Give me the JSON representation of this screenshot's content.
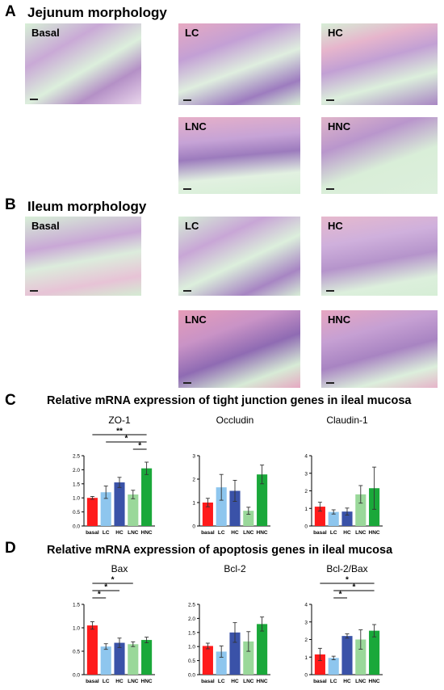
{
  "sectionA": {
    "letter": "A",
    "title": "Jejunum morphology",
    "images": [
      "Basal",
      "LC",
      "HC",
      "LNC",
      "HNC"
    ]
  },
  "sectionB": {
    "letter": "B",
    "title": "Ileum morphology",
    "images": [
      "Basal",
      "LC",
      "HC",
      "LNC",
      "HNC"
    ]
  },
  "sectionC": {
    "letter": "C",
    "title": "Relative mRNA expression of tight junction genes in ileal mucosa"
  },
  "sectionD": {
    "letter": "D",
    "title": "Relative mRNA expression of apoptosis genes in ileal mucosa"
  },
  "colors": {
    "basal": "#ff1a1a",
    "LC": "#8ec6ee",
    "HC": "#3a52a8",
    "LNC": "#9ad89a",
    "HNC": "#1aa83a"
  },
  "chart_data": [
    {
      "type": "bar",
      "title": "ZO-1",
      "categories": [
        "basal",
        "LC",
        "HC",
        "LNC",
        "HNC"
      ],
      "values": [
        1.0,
        1.2,
        1.55,
        1.12,
        2.05
      ],
      "errors": [
        0.05,
        0.22,
        0.18,
        0.15,
        0.22
      ],
      "ylim": [
        0,
        2.5
      ],
      "yticks": [
        "0.0",
        "0.5",
        "1.0",
        "1.5",
        "2.0",
        "2.5"
      ],
      "significance": [
        {
          "from": 0,
          "to": 4,
          "label": "**"
        },
        {
          "from": 1,
          "to": 4,
          "label": "*"
        },
        {
          "from": 3,
          "to": 4,
          "label": "*"
        }
      ]
    },
    {
      "type": "bar",
      "title": "Occludin",
      "categories": [
        "basal",
        "LC",
        "HC",
        "LNC",
        "HNC"
      ],
      "values": [
        1.0,
        1.65,
        1.5,
        0.65,
        2.2
      ],
      "errors": [
        0.18,
        0.55,
        0.45,
        0.15,
        0.4
      ],
      "ylim": [
        0,
        3
      ],
      "yticks": [
        "0",
        "1",
        "2",
        "3"
      ],
      "significance": []
    },
    {
      "type": "bar",
      "title": "Claudin-1",
      "categories": [
        "basal",
        "LC",
        "HC",
        "LNC",
        "HNC"
      ],
      "values": [
        1.1,
        0.8,
        0.82,
        1.8,
        2.15
      ],
      "errors": [
        0.25,
        0.12,
        0.2,
        0.5,
        1.2
      ],
      "ylim": [
        0,
        4
      ],
      "yticks": [
        "0",
        "1",
        "2",
        "3",
        "4"
      ],
      "significance": []
    },
    {
      "type": "bar",
      "title": "Bax",
      "categories": [
        "basal",
        "LC",
        "HC",
        "LNC",
        "HNC"
      ],
      "values": [
        1.05,
        0.6,
        0.68,
        0.65,
        0.74
      ],
      "errors": [
        0.08,
        0.06,
        0.1,
        0.05,
        0.06
      ],
      "ylim": [
        0,
        1.5
      ],
      "yticks": [
        "0.0",
        "0.5",
        "1.0",
        "1.5"
      ],
      "significance": [
        {
          "from": 0,
          "to": 1,
          "label": "*"
        },
        {
          "from": 0,
          "to": 2,
          "label": "*"
        },
        {
          "from": 0,
          "to": 3,
          "label": "*"
        }
      ]
    },
    {
      "type": "bar",
      "title": "Bcl-2",
      "categories": [
        "basal",
        "LC",
        "HC",
        "LNC",
        "HNC"
      ],
      "values": [
        1.02,
        0.82,
        1.5,
        1.18,
        1.8
      ],
      "errors": [
        0.1,
        0.2,
        0.35,
        0.35,
        0.25
      ],
      "ylim": [
        0,
        2.5
      ],
      "yticks": [
        "0.0",
        "0.5",
        "1.0",
        "1.5",
        "2.0",
        "2.5"
      ],
      "significance": []
    },
    {
      "type": "bar",
      "title": "Bcl-2/Bax",
      "categories": [
        "basal",
        "LC",
        "HC",
        "LNC",
        "HNC"
      ],
      "values": [
        1.15,
        0.95,
        2.2,
        2.0,
        2.5
      ],
      "errors": [
        0.35,
        0.1,
        0.12,
        0.55,
        0.35
      ],
      "ylim": [
        0,
        4
      ],
      "yticks": [
        "0",
        "1",
        "2",
        "3",
        "4"
      ],
      "significance": [
        {
          "from": 1,
          "to": 2,
          "label": "*"
        },
        {
          "from": 1,
          "to": 4,
          "label": "*"
        },
        {
          "from": 0,
          "to": 4,
          "label": "*"
        }
      ]
    }
  ]
}
